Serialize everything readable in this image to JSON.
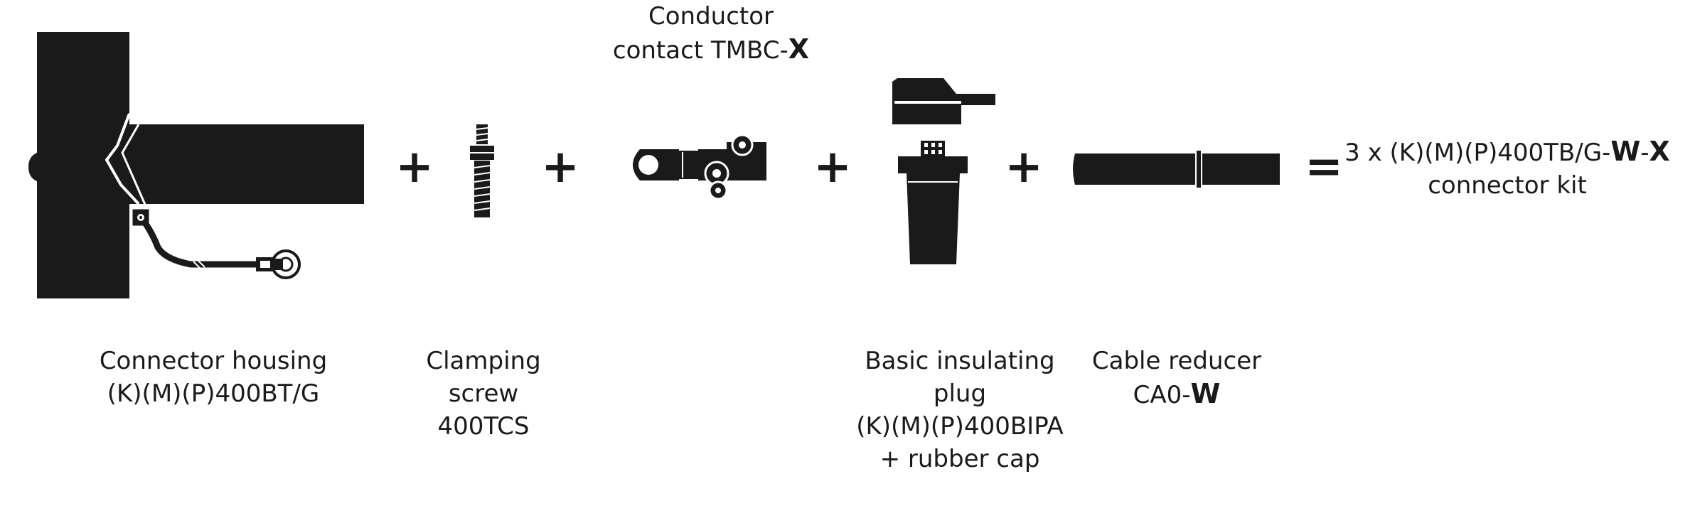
{
  "operators": {
    "plus": "+",
    "equals": "="
  },
  "components": [
    {
      "id": "connector-housing",
      "caption_line1": "Connector housing",
      "caption_line2": "(K)(M)(P)400BT/G"
    },
    {
      "id": "clamping-screw",
      "caption_line1": "Clamping",
      "caption_line2": "screw",
      "caption_line3": "400TCS"
    },
    {
      "id": "conductor-contact",
      "caption_line1": "Conductor",
      "caption_line2_prefix": "contact TMBC-",
      "caption_line2_bold": "X"
    },
    {
      "id": "insulating-plug",
      "caption_line1": "Basic insulating",
      "caption_line2": "plug",
      "caption_line3": "(K)(M)(P)400BIPA",
      "caption_line4": "+ rubber cap"
    },
    {
      "id": "cable-reducer",
      "caption_line1": "Cable reducer",
      "caption_line2_prefix": "CA0-",
      "caption_line2_bold": "W"
    }
  ],
  "result": {
    "line1_prefix": "3 x (K)(M)(P)400TB/G-",
    "line1_bold_w": "W",
    "line1_dash": "-",
    "line1_bold_x": "X",
    "line2": "connector kit"
  },
  "colors": {
    "ink": "#1a1a1a",
    "background": "#ffffff"
  }
}
